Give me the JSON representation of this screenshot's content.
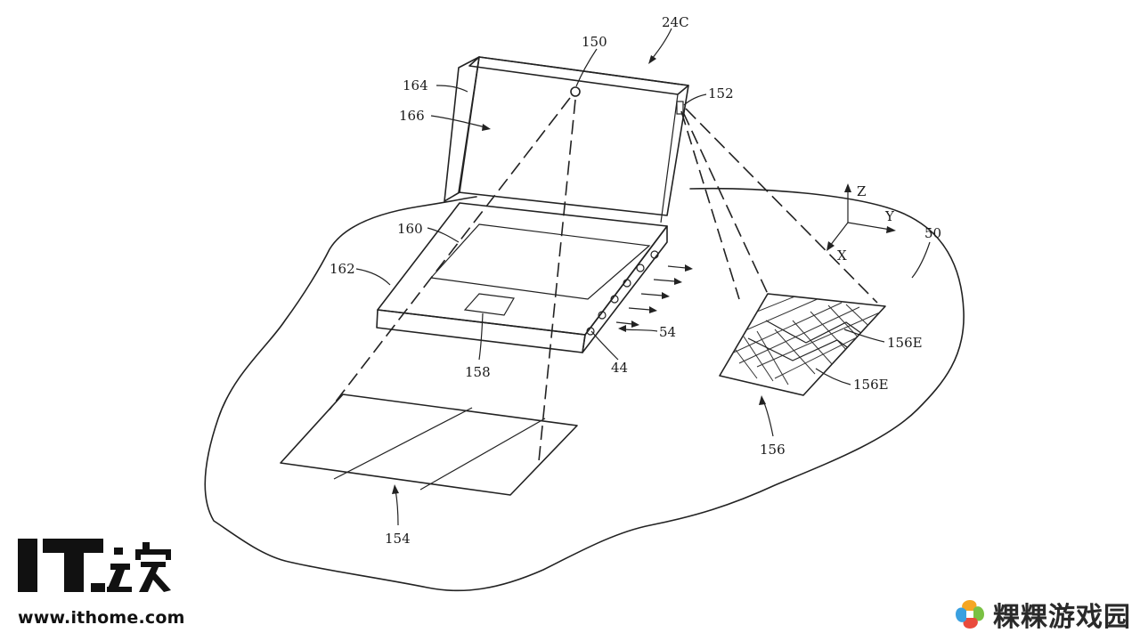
{
  "labels": {
    "l24C": "24C",
    "l150": "150",
    "l152": "152",
    "l164": "164",
    "l166": "166",
    "l160": "160",
    "l162": "162",
    "l158": "158",
    "l44": "44",
    "l54": "54",
    "l50": "50",
    "l154": "154",
    "l156": "156",
    "l156E_a": "156E",
    "l156E_b": "156E",
    "axis_z": "Z",
    "axis_y": "Y",
    "axis_x": "X"
  },
  "watermarks": {
    "ithome_brand": "IT之家",
    "ithome_url": "www.ithome.com",
    "game_site": "粿粿游戏园"
  },
  "colors": {
    "line": "#222222",
    "logo_black": "#111111",
    "logo_orange": "#f5a623",
    "logo_green": "#7ac143",
    "logo_red": "#e94b3c",
    "logo_blue": "#3aa0e0"
  }
}
